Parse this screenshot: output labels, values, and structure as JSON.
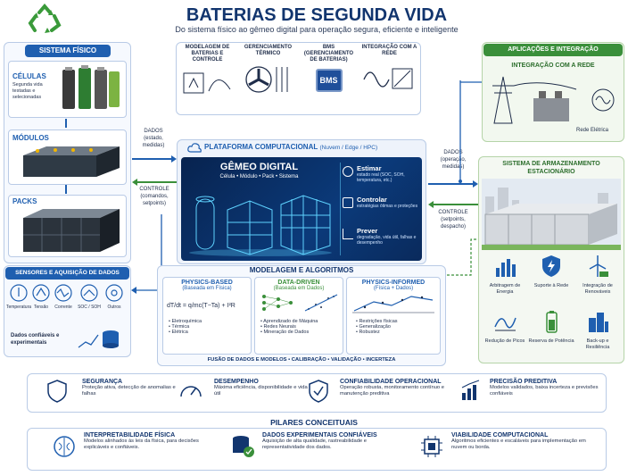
{
  "title": "BATERIAS DE SEGUNDA VIDA",
  "subtitle": "Do sistema físico ao gêmeo digital para operação segura, eficiente e inteligente",
  "left": {
    "header": "SISTEMA FÍSICO",
    "cells": {
      "title": "CÉLULAS",
      "desc": "Segunda vida testadas e selecionadas"
    },
    "modules": {
      "title": "MÓDULOS"
    },
    "packs": {
      "title": "PACKS"
    },
    "sensors_header": "SENSORES E AQUISIÇÃO DE DADOS",
    "sensors": [
      "Temperatura",
      "Tensão",
      "Corrente",
      "SOC / SOH",
      "Outros"
    ],
    "data_note": "Dados confiáveis e experimentais"
  },
  "top_blocks": [
    "MODELAGEM DE BATERIAS E CONTROLE",
    "GERENCIAMENTO TÉRMICO",
    "BMS (GERENCIAMENTO DE BATERIAS)",
    "INTEGRAÇÃO COM A REDE"
  ],
  "bms_chip": "BMS",
  "arrows": {
    "data_left": "DADOS (estado, medidas)",
    "control_left": "CONTROLE (comandos, setpoints)",
    "data_right": "DADOS (operação, medidas)",
    "control_right": "CONTROLE (setpoints, despacho)"
  },
  "platform": {
    "title": "PLATAFORMA COMPUTACIONAL",
    "sub": "(Nuvem / Edge / HPC)",
    "twin_title": "GÊMEO DIGITAL",
    "twin_sub": "Célula • Módulo • Pack • Sistema",
    "functions": [
      {
        "name": "Estimar",
        "desc": "estado real (SOC, SOH, temperatura, etc.)"
      },
      {
        "name": "Controlar",
        "desc": "estratégias ótimas e proteções"
      },
      {
        "name": "Prever",
        "desc": "degradação, vida útil, falhas e desempenho"
      }
    ]
  },
  "modeling": {
    "header": "MODELAGEM E ALGORITMOS",
    "cols": [
      {
        "title": "PHYSICS-BASED",
        "sub": "(Baseada em Física)",
        "items": [
          "• Eletroquímica",
          "• Térmica",
          "• Elétrica"
        ]
      },
      {
        "title": "DATA-DRIVEN",
        "sub": "(Baseada em Dados)",
        "items": [
          "• Aprendizado de Máquina",
          "• Redes Neurais",
          "• Mineração de Dados"
        ]
      },
      {
        "title": "PHYSICS-INFORMED",
        "sub": "(Física + Dados)",
        "items": [
          "• Restrições físicas",
          "• Generalização",
          "• Robustez"
        ]
      }
    ],
    "footer": "FUSÃO DE DADOS E MODELOS  •  CALIBRAÇÃO  •  VALIDAÇÃO  •  INCERTEZA"
  },
  "right": {
    "header": "APLICAÇÕES E INTEGRAÇÃO",
    "grid_title": "INTEGRAÇÃO COM A REDE",
    "grid_label": "Rede Elétrica",
    "storage_title": "SISTEMA DE ARMAZENAMENTO ESTACIONÁRIO",
    "apps": [
      "Arbitragem de Energia",
      "Suporte à Rede",
      "Integração de Renováveis",
      "Redução de Picos",
      "Reserva de Potência",
      "Back-up e Resiliência"
    ]
  },
  "benefits": [
    {
      "title": "SEGURANÇA",
      "desc": "Proteção ativa, detecção de anomalias e falhas"
    },
    {
      "title": "DESEMPENHO",
      "desc": "Máxima eficiência, disponibilidade e vida útil"
    },
    {
      "title": "CONFIABILIDADE OPERACIONAL",
      "desc": "Operação robusta, monitoramento contínuo e manutenção preditiva"
    },
    {
      "title": "PRECISÃO PREDITIVA",
      "desc": "Modelos validados, baixa incerteza e previsões confiáveis"
    }
  ],
  "pillars": {
    "header": "PILARES CONCEITUAIS",
    "items": [
      {
        "title": "INTERPRETABILIDADE FÍSICA",
        "desc": "Modelos alinhados às leis da física, para decisões explicáveis e confiáveis."
      },
      {
        "title": "DADOS EXPERIMENTAIS CONFIÁVEIS",
        "desc": "Aquisição de alta qualidade, rastreabilidade e representatividade dos dados."
      },
      {
        "title": "VIABILIDADE COMPUTACIONAL",
        "desc": "Algoritmos eficientes e escaláveis para implementação em nuvem ou borda."
      }
    ]
  },
  "colors": {
    "primary": "#1f5fb0",
    "green": "#3a8f3a",
    "dark": "#0b1f45",
    "cyan": "#5fd3ff"
  }
}
